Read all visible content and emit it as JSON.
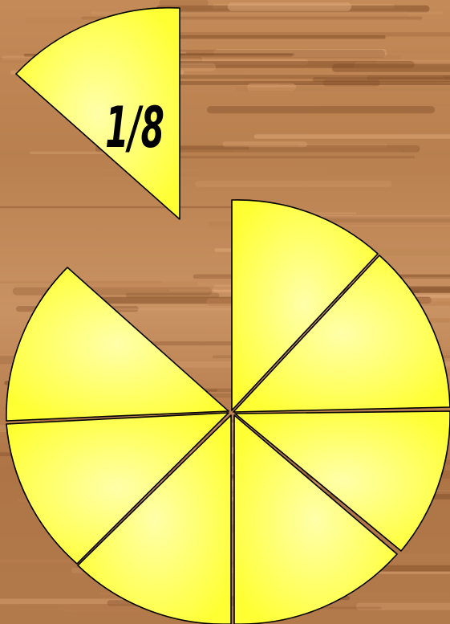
{
  "title": "",
  "fraction_label": "1/8",
  "colors": {
    "slice_fill": "#ffff33",
    "slice_highlight": "#ffffaa",
    "slice_stroke": "#000000",
    "label_color": "#000000",
    "wood_base": "#b97f4f",
    "wood_light": "#e0a878",
    "wood_dark": "#7e4a26"
  },
  "pie": {
    "total_slices": 8,
    "slices_in_pie": 7,
    "separated_slices": 1,
    "separated_slice_label": "1/8"
  },
  "background": "wood-texture"
}
